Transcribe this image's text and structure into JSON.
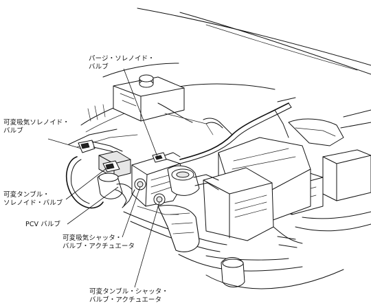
{
  "labels": {
    "purge_solenoid": [
      "パージ・ソレノイド・",
      "バルブ"
    ],
    "intake_solenoid": [
      "可変吸気ソレノイド・",
      "バルブ"
    ],
    "tumble_solenoid": [
      "可変タンブル・",
      "ソレノイド・バルブ"
    ],
    "pcv_valve": [
      "PCV バルブ"
    ],
    "intake_shutter_actuator": [
      "可変吸気シャッタ・",
      "バルブ・アクチュエータ"
    ],
    "tumble_shutter_actuator": [
      "可変タンブル・シャッタ・",
      "バルブ・アクチュエータ"
    ]
  }
}
